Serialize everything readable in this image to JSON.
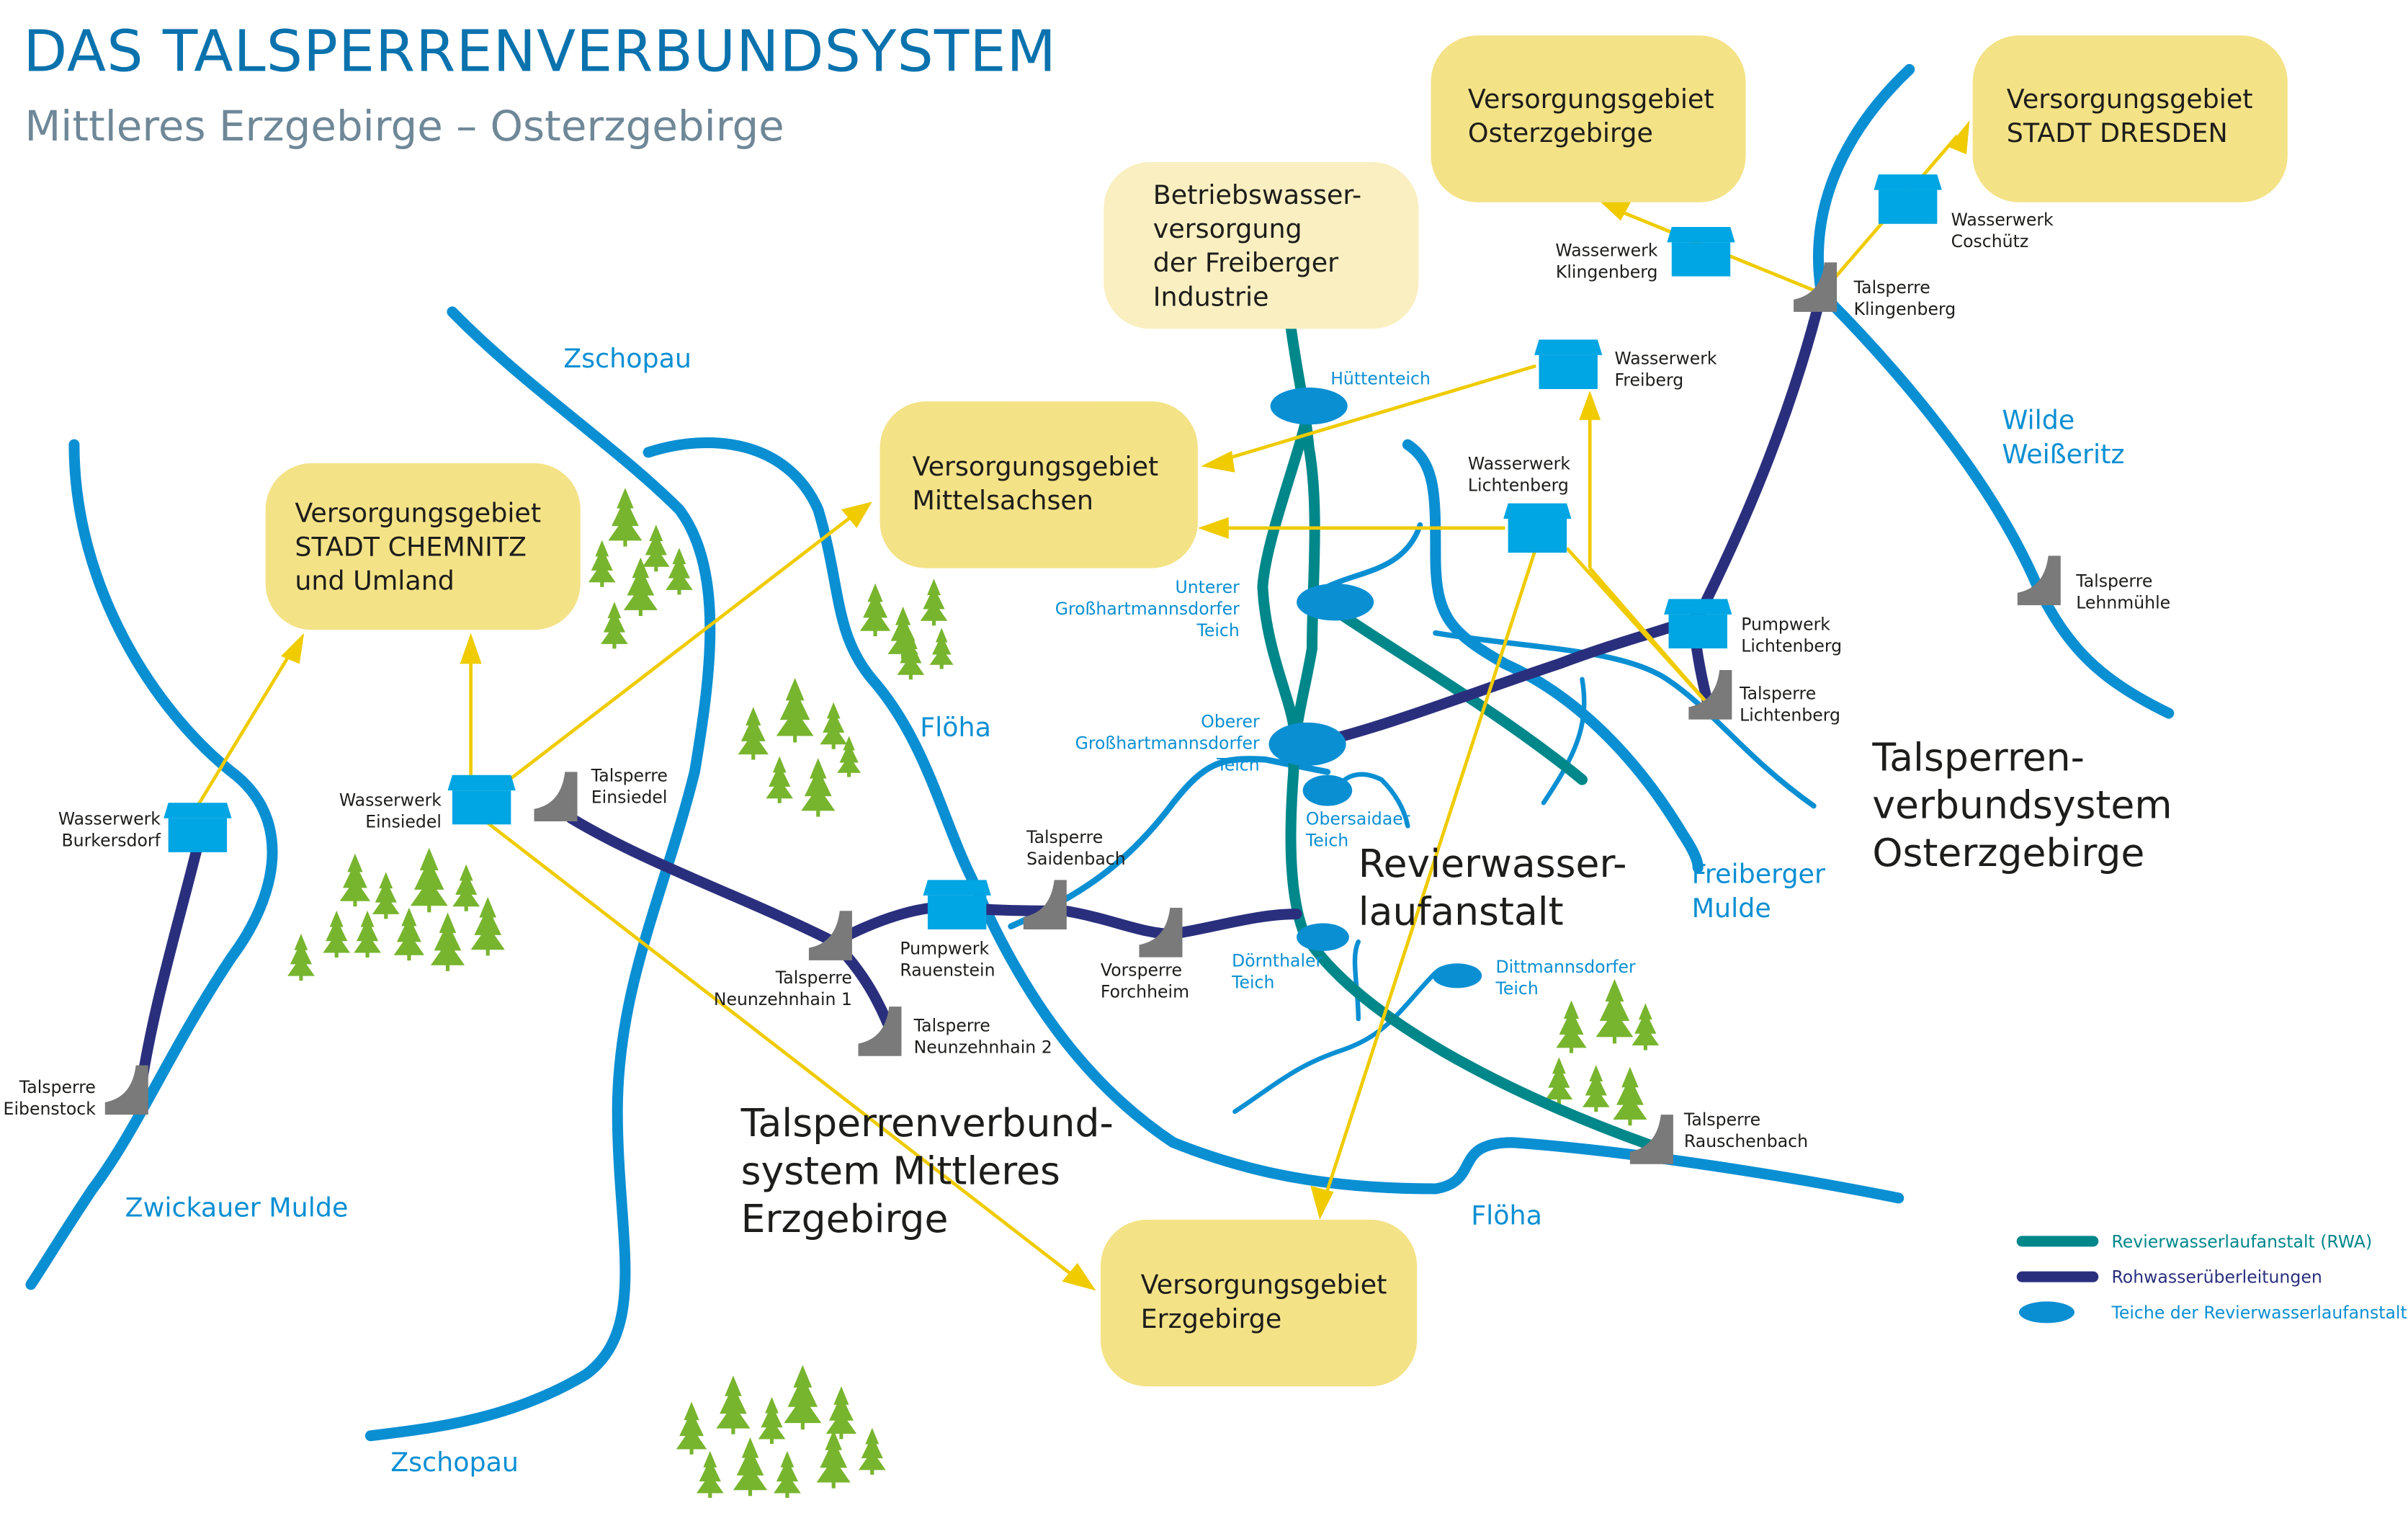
{
  "header": {
    "title": "DAS TALSPERRENVERBUNDSYSTEM",
    "subtitle": "Mittleres Erzgebirge – Osterzgebirge"
  },
  "colors": {
    "title": "#0a72ad",
    "subtitle": "#6f8898",
    "river": "#0b8fd3",
    "rwa": "#00878a",
    "raw_water": "#2a2f7d",
    "flow_arrow": "#efcb00",
    "supply_box": "#f4e287",
    "supply_box_light": "#faefc1",
    "facility": "#00a5e3",
    "dam": "#7a7a7a",
    "tree": "#78b52f"
  },
  "supply_areas": {
    "chemnitz": [
      "Versorgungsgebiet",
      "STADT CHEMNITZ",
      "und Umland"
    ],
    "mittelsachsen": [
      "Versorgungsgebiet",
      "Mittelsachsen"
    ],
    "freiberg_industry": [
      "Betriebswasser-",
      "versorgung",
      "der Freiberger",
      "Industrie"
    ],
    "osterzgebirge": [
      "Versorgungsgebiet",
      "Osterzgebirge"
    ],
    "dresden": [
      "Versorgungsgebiet",
      "STADT DRESDEN"
    ],
    "erzgebirge": [
      "Versorgungsgebiet",
      "Erzgebirge"
    ]
  },
  "waterworks": {
    "burkersdorf": [
      "Wasserwerk",
      "Burkersdorf"
    ],
    "einsiedel": [
      "Wasserwerk",
      "Einsiedel"
    ],
    "klingenberg": [
      "Wasserwerk",
      "Klingenberg"
    ],
    "coschuetz": [
      "Wasserwerk",
      "Coschütz"
    ],
    "freiberg": [
      "Wasserwerk",
      "Freiberg"
    ],
    "lichtenberg": [
      "Wasserwerk",
      "Lichtenberg"
    ]
  },
  "pumping_stations": {
    "rauenstein": [
      "Pumpwerk",
      "Rauenstein"
    ],
    "lichtenberg": [
      "Pumpwerk",
      "Lichtenberg"
    ]
  },
  "dams": {
    "eibenstock": [
      "Talsperre",
      "Eibenstock"
    ],
    "einsiedel": [
      "Talsperre",
      "Einsiedel"
    ],
    "neunzehnhain1": [
      "Talsperre",
      "Neunzehnhain 1"
    ],
    "neunzehnhain2": [
      "Talsperre",
      "Neunzehnhain 2"
    ],
    "saidenbach": [
      "Talsperre",
      "Saidenbach"
    ],
    "forchheim": [
      "Vorsperre",
      "Forchheim"
    ],
    "klingenberg": [
      "Talsperre",
      "Klingenberg"
    ],
    "lehnmuehle": [
      "Talsperre",
      "Lehnmühle"
    ],
    "lichtenberg": [
      "Talsperre",
      "Lichtenberg"
    ],
    "rauschenbach": [
      "Talsperre",
      "Rauschenbach"
    ]
  },
  "ponds": {
    "huettenteich": [
      "Hüttenteich"
    ],
    "unterer": [
      "Unterer",
      "Großhartmannsdorfer",
      "Teich"
    ],
    "oberer": [
      "Oberer",
      "Großhartmannsdorfer",
      "Teich"
    ],
    "obersaidaer": [
      "Obersaidaer",
      "Teich"
    ],
    "doernthaler": [
      "Dörnthaler",
      "Teich"
    ],
    "dittmannsdorfer": [
      "Dittmannsdorfer",
      "Teich"
    ]
  },
  "rivers": {
    "zschopau_top": [
      "Zschopau"
    ],
    "zschopau_bottom": [
      "Zschopau"
    ],
    "floeha_top": [
      "Flöha"
    ],
    "floeha_bottom": [
      "Flöha"
    ],
    "zwickauer_mulde": [
      "Zwickauer Mulde"
    ],
    "freiberger_mulde": [
      "Freiberger",
      "Mulde"
    ],
    "wilde_weisseritz": [
      "Wilde",
      "Weißeritz"
    ]
  },
  "systems": {
    "revier": [
      "Revierwasser-",
      "laufanstalt"
    ],
    "mittleres": [
      "Talsperrenverbund-",
      "system Mittleres",
      "Erzgebirge"
    ],
    "oster": [
      "Talsperren-",
      "verbundsystem",
      "Osterzgebirge"
    ]
  },
  "legend": {
    "items": [
      {
        "label": "Revierwasserlaufanstalt (RWA)",
        "symbol": "teal-line",
        "color": "#00878a"
      },
      {
        "label": "Rohwasserüberleitungen",
        "symbol": "navy-line",
        "color": "#2a2f7d"
      },
      {
        "label": "Teiche der Revierwasserlaufanstalt",
        "symbol": "blue-ellipse",
        "color": "#0b8fd3"
      }
    ]
  }
}
